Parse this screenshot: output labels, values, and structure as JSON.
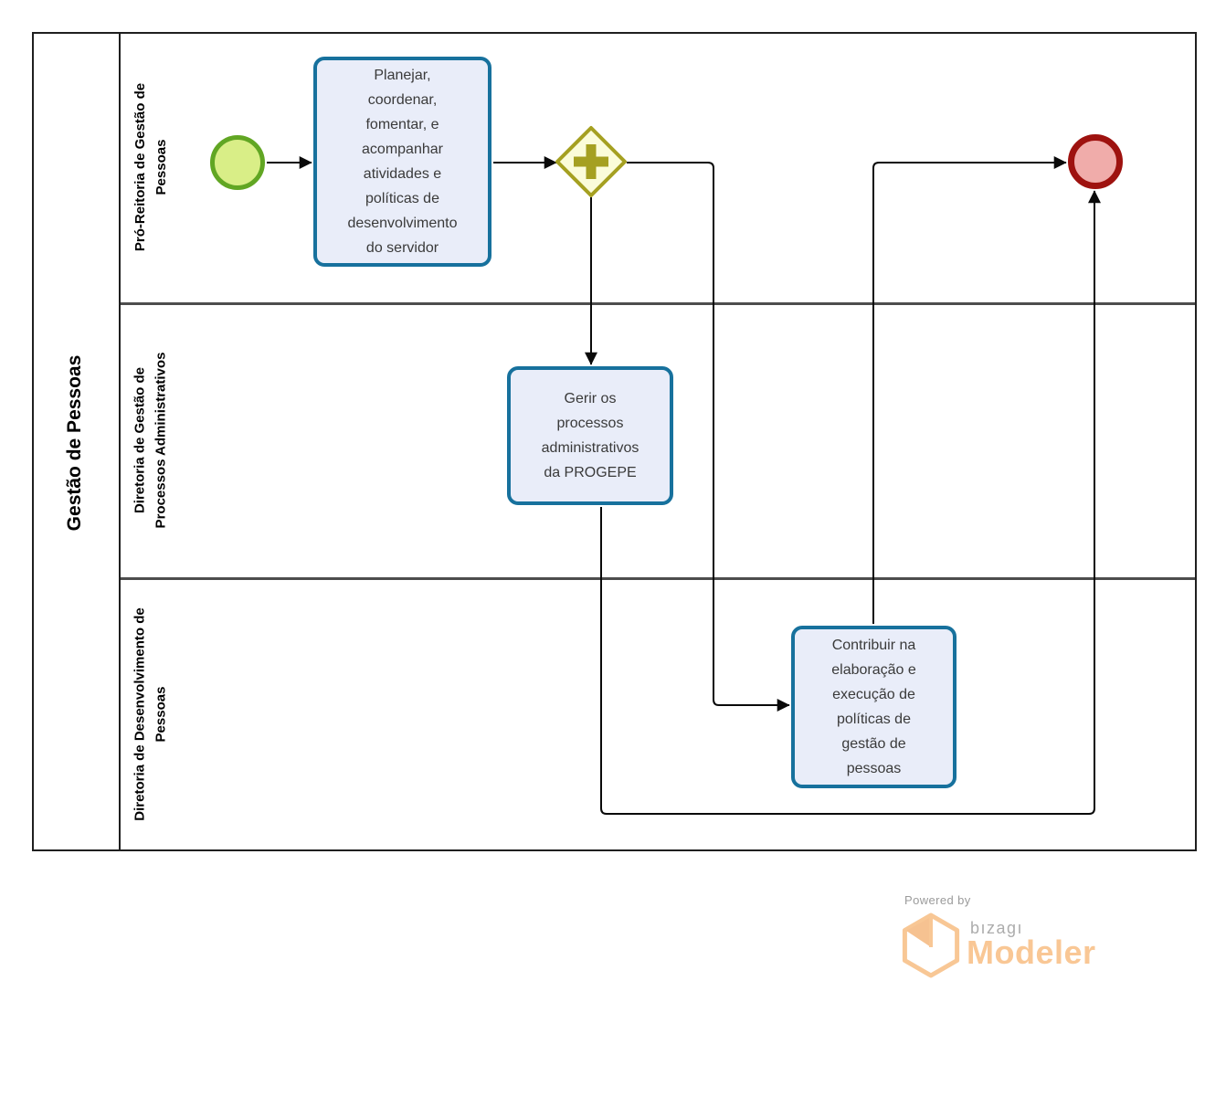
{
  "pool": {
    "title": "Gestão de Pessoas",
    "lanes": [
      {
        "label": "Pró-Reitoria de Gestão de Pessoas"
      },
      {
        "label": "Diretoria de Gestão de Processos Administrativos"
      },
      {
        "label": "Diretoria de Desenvolvimento de Pessoas"
      }
    ]
  },
  "nodes": {
    "start_event": {
      "type": "start-event",
      "lane": "Pró-Reitoria de Gestão de Pessoas"
    },
    "task_planejar": {
      "type": "task",
      "lane": "Pró-Reitoria de Gestão de Pessoas",
      "label": "Planejar, coordenar, fomentar, e acompanhar atividades e políticas de desenvolvimento do servidor"
    },
    "gateway_parallel": {
      "type": "parallel-gateway",
      "lane": "Pró-Reitoria de Gestão de Pessoas"
    },
    "task_gerir": {
      "type": "task",
      "lane": "Diretoria de Gestão de Processos Administrativos",
      "label": "Gerir os processos administrativos da PROGEPE"
    },
    "task_contribuir": {
      "type": "task",
      "lane": "Diretoria de Desenvolvimento de Pessoas",
      "label": "Contribuir na elaboração e execução de políticas de gestão de pessoas"
    },
    "end_event": {
      "type": "end-event",
      "lane": "Pró-Reitoria de Gestão de Pessoas"
    }
  },
  "flows": [
    {
      "from": "start_event",
      "to": "task_planejar"
    },
    {
      "from": "task_planejar",
      "to": "gateway_parallel"
    },
    {
      "from": "gateway_parallel",
      "to": "task_gerir"
    },
    {
      "from": "gateway_parallel",
      "to": "task_contribuir"
    },
    {
      "from": "task_contribuir",
      "to": "end_event"
    },
    {
      "from": "task_gerir",
      "to": "end_event"
    }
  ],
  "branding": {
    "powered_by": "Powered by",
    "brand": "bızagı",
    "product": "Modeler"
  },
  "colors": {
    "task_border": "#17719D",
    "task_fill": "#E9EDF9",
    "gateway_border": "#A5A021",
    "gateway_fill": "#FBFCD9",
    "start_border": "#61A623",
    "start_fill": "#D9EE87",
    "end_border": "#9E120F",
    "end_fill": "#F0ACAA",
    "connector": "#0A0A0A",
    "lane_divider": "#4D4D4D",
    "logo_orange": "#F9C795",
    "logo_gray": "#9E9E9E"
  }
}
